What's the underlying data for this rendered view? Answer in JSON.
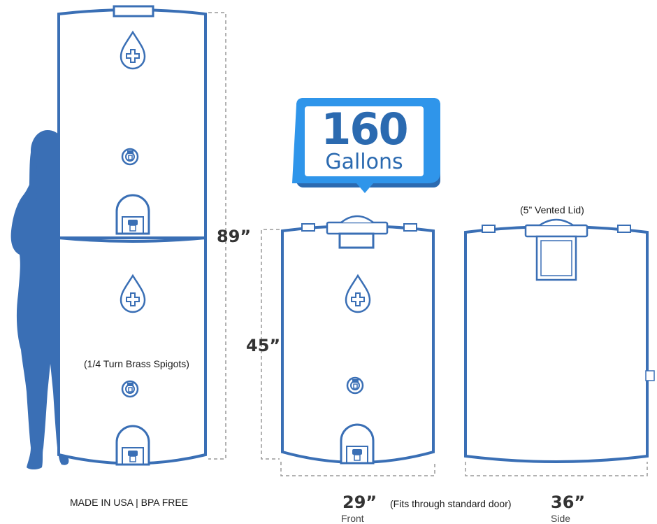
{
  "callout": {
    "number": "160",
    "unit": "Gallons"
  },
  "labels": {
    "vented_lid": "(5” Vented Lid)",
    "spigots": "(1/4 Turn Brass Spigots)",
    "made_in": "MADE IN USA | BPA FREE",
    "fits_door": "(Fits through standard door)"
  },
  "dimensions": {
    "stacked_height": "89”",
    "single_height": "45”",
    "front_width": "29”",
    "front_label": "Front",
    "side_width": "36”",
    "side_label": "Side"
  },
  "colors": {
    "outline": "#3a6fb5",
    "silhouette": "#3a6fb5",
    "callout": "#2f95ea",
    "callout_shadow": "#2b6ab0",
    "dim_line": "#999999"
  },
  "icons": [
    "water-drop-plus-icon",
    "spigot-icon",
    "spigot-guard-icon",
    "vented-lid-icon"
  ]
}
